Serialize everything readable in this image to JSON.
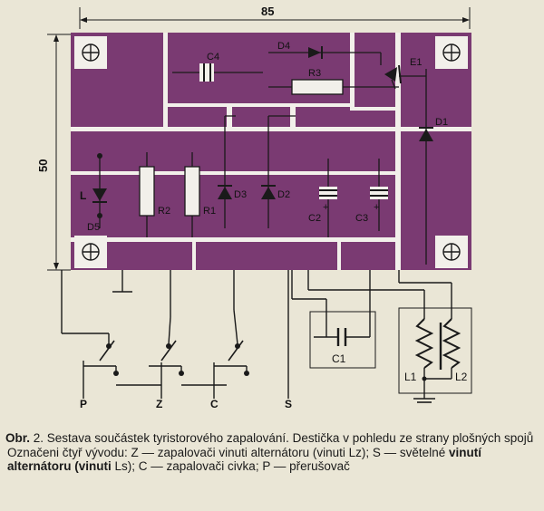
{
  "diagram": {
    "dimensions": {
      "width": "85",
      "height": "50"
    },
    "components": {
      "c4": "C4",
      "d4": "D4",
      "r3": "R3",
      "e1": "E1",
      "d1": "D1",
      "l": "L",
      "d5": "D5",
      "r2": "R2",
      "r1": "R1",
      "d3": "D3",
      "d2": "D2",
      "c2": "C2",
      "c3": "C3",
      "c1": "C1",
      "l1": "L1",
      "l2": "L2"
    },
    "terminals": {
      "p": "P",
      "z": "Z",
      "c": "C",
      "s": "S"
    },
    "colors": {
      "board": "#7a3a72",
      "copper_gap": "#f2f0ea",
      "ink": "#1a1a1a"
    }
  },
  "caption": {
    "label": "Obr.",
    "line1": " 2. Sestava součástek tyristorového zapalování. Destička v pohledu ze strany plošných spojů",
    "line2_a": "Označeni čtyř vývodu: Z — zapalovači vinuti alternátoru (vinuti Lz); S — světelné ",
    "line2_b": "vinutí alternátoru (vinuti",
    "line2_c": " Ls); C — zapalovači civka; P — přerušovač"
  }
}
